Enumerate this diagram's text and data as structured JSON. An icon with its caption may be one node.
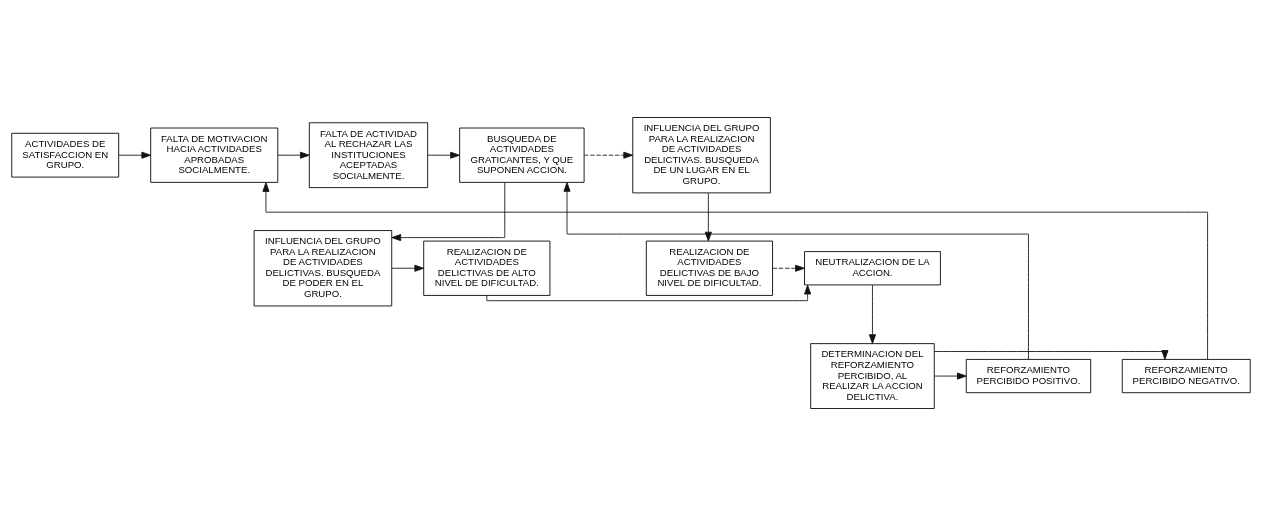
{
  "diagram": {
    "nodes": [
      {
        "text": [
          "ACTIVIDADES DE SATISFACCION EN GRUPO."
        ]
      },
      {
        "text": [
          "FALTA DE MOTIVACION HACIA ACTIVIDADES APROBADAS SOCIALMENTE."
        ]
      },
      {
        "text": [
          "FALTA DE ACTIVIDAD AL RECHAZAR LAS INSTITUCIONES ACEPTADAS SOCIALMENTE."
        ]
      },
      {
        "text": [
          "BUSQUEDA DE ACTIVIDADES GRATICANTES, Y QUE SUPONEN ACCION."
        ]
      },
      {
        "text": [
          "INFLUENCIA DEL GRUPO PARA LA REALIZACION DE ACTIVIDADES DELICTIVAS. BUSQUEDA DE UN LUGAR EN EL GRUPO."
        ]
      },
      {
        "text": [
          "INFLUENCIA DEL GRUPO PARA LA REALIZACION DE ACTIVIDADES DELICTIVAS. BUSQUEDA DE PODER EN EL GRUPO."
        ]
      },
      {
        "text": [
          "REALIZACION DE ACTIVIDADES DELICTIVAS DE ALTO NIVEL DE DIFICULTAD."
        ]
      },
      {
        "text": [
          "NEUTRALIZACION DE LA ACCION."
        ]
      },
      {
        "text": [
          "REALIZACION DE ACTIVIDADES DELICTIVAS DE BAJO NIVEL DE DIFICULTAD."
        ]
      },
      {
        "text": [
          "REFORZAMIENTO PERCIBIDO NEGATIVO."
        ]
      },
      {
        "text": [
          "DETERMINACION DEL REFORZAMIENTO PERCIBIDO, AL REALIZAR LA ACCION DELICTIVA."
        ]
      },
      {
        "text": [
          "REFORZAMIENTO PERCIBIDO POSITIVO."
        ]
      }
    ],
    "edges": [
      {
        "from": 0,
        "to": 1,
        "arrow": "to"
      },
      {
        "from": 1,
        "to": 2,
        "arrow": "to"
      },
      {
        "from": 2,
        "to": 3,
        "arrow": "to"
      },
      {
        "from": 3,
        "to": 4,
        "arrow": "to",
        "style": "dashed"
      },
      {
        "from": 3,
        "to": 5,
        "arrow": "to"
      },
      {
        "from": 4,
        "to": 8,
        "arrow": "to"
      },
      {
        "from": 5,
        "to": 6,
        "arrow": "to"
      },
      {
        "from": 6,
        "to": 7,
        "arrow": "to"
      },
      {
        "from": 8,
        "to": 7,
        "arrow": "to",
        "style": "dashed"
      },
      {
        "from": 7,
        "to": 10,
        "arrow": "to"
      },
      {
        "from": 10,
        "to": 9,
        "arrow": "to"
      },
      {
        "from": 10,
        "to": 11,
        "arrow": "to"
      },
      {
        "from": 11,
        "to": 3,
        "arrow": "to"
      },
      {
        "from": 9,
        "to": 1,
        "arrow": "to"
      }
    ]
  }
}
